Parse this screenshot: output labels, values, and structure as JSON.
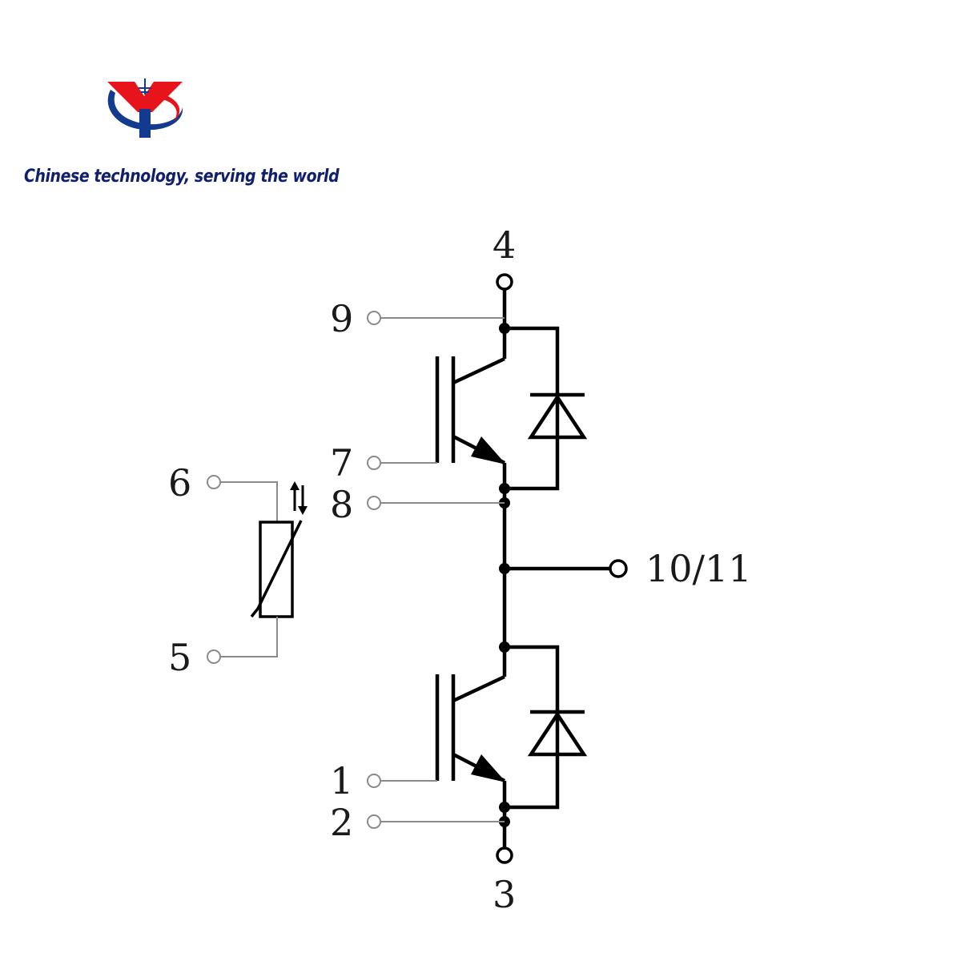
{
  "header": {
    "slogan": "Chinese technology, serving the world"
  },
  "colors": {
    "logo_red": "#e8141b",
    "logo_blue": "#123a8f",
    "slogan_blue": "#0f1f6e",
    "wire_thin": "#8a8a8a",
    "wire_thick": "#000000"
  },
  "diagram": {
    "terminals": {
      "pin_4": "4",
      "pin_9": "9",
      "pin_7": "7",
      "pin_8": "8",
      "pin_6": "6",
      "pin_5": "5",
      "pin_10_11": "10/11",
      "pin_1": "1",
      "pin_2": "2",
      "pin_3": "3"
    }
  }
}
